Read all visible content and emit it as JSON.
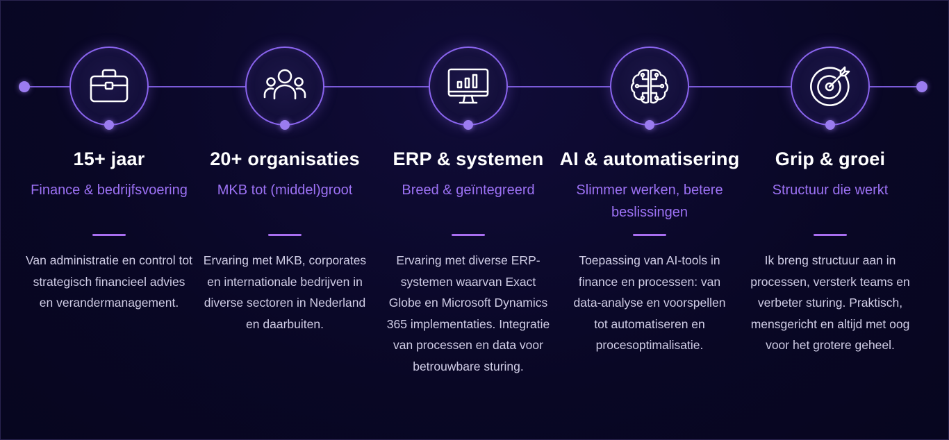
{
  "colors": {
    "background": "#0a0828",
    "accent": "#9b7cf0",
    "subtitle": "#9d72f5",
    "divider": "#a86ef0",
    "title": "#ffffff",
    "text": "#d0cde6"
  },
  "milestones": [
    {
      "icon": "briefcase-icon",
      "title": "15+ jaar",
      "subtitle": "Finance & bedrijfsvoering",
      "description": "Van administratie en control tot strategisch financieel advies en verandermanagement."
    },
    {
      "icon": "users-icon",
      "title": "20+ organisaties",
      "subtitle": "MKB tot (middel)groot",
      "description": "Ervaring met MKB, corporates en internationale bedrijven in diverse sectoren in Nederland en daarbuiten."
    },
    {
      "icon": "monitor-chart-icon",
      "title": "ERP & systemen",
      "subtitle": "Breed & geïntegreerd",
      "description": "Ervaring met diverse ERP-systemen waarvan Exact Globe en Microsoft Dynamics 365 implementaties. Integratie van processen en data voor betrouwbare sturing."
    },
    {
      "icon": "brain-circuit-icon",
      "title": "AI & automatisering",
      "subtitle": "Slimmer werken, betere beslissingen",
      "description": "Toepassing van AI-tools in finance en processen: van data-analyse en voorspellen tot automatiseren en procesoptimalisatie."
    },
    {
      "icon": "target-arrow-icon",
      "title": "Grip & groei",
      "subtitle": "Structuur die werkt",
      "description": "Ik breng structuur aan in processen, versterk teams en verbeter sturing. Praktisch, mensgericht en altijd met oog voor het grotere geheel."
    }
  ]
}
